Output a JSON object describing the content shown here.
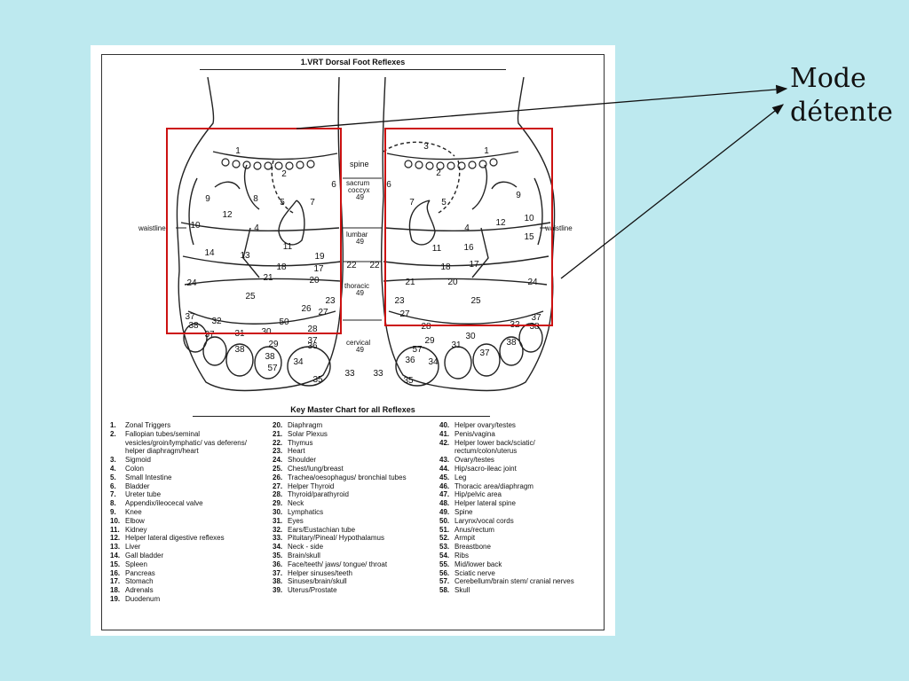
{
  "chart": {
    "title": "1.VRT Dorsal Foot Reflexes",
    "spine_labels": [
      "spine",
      "sacrum",
      "coccyx",
      "49",
      "lumbar",
      "49",
      "thoracic",
      "49",
      "cervical",
      "49"
    ],
    "waistline_label": "waistline"
  },
  "key": {
    "title": "Key Master Chart for all Reflexes",
    "col1": [
      {
        "n": "1.",
        "t": "Zonal Triggers"
      },
      {
        "n": "2.",
        "t": "Fallopian tubes/seminal vesicles/groin/lymphatic/ vas deferens/ helper diaphragm/heart"
      },
      {
        "n": "3.",
        "t": "Sigmoid"
      },
      {
        "n": "4.",
        "t": "Colon"
      },
      {
        "n": "5.",
        "t": "Small Intestine"
      },
      {
        "n": "6.",
        "t": "Bladder"
      },
      {
        "n": "7.",
        "t": "Ureter tube"
      },
      {
        "n": "8.",
        "t": "Appendix/ileocecal valve"
      },
      {
        "n": "9.",
        "t": "Knee"
      },
      {
        "n": "10.",
        "t": "Elbow"
      },
      {
        "n": "11.",
        "t": "Kidney"
      },
      {
        "n": "12.",
        "t": "Helper lateral digestive reflexes"
      },
      {
        "n": "13.",
        "t": "Liver"
      },
      {
        "n": "14.",
        "t": "Gall bladder"
      },
      {
        "n": "15.",
        "t": "Spleen"
      },
      {
        "n": "16.",
        "t": "Pancreas"
      },
      {
        "n": "17.",
        "t": "Stomach"
      },
      {
        "n": "18.",
        "t": "Adrenals"
      },
      {
        "n": "19.",
        "t": "Duodenum"
      }
    ],
    "col2": [
      {
        "n": "20.",
        "t": "Diaphragm"
      },
      {
        "n": "21.",
        "t": "Solar Plexus"
      },
      {
        "n": "22.",
        "t": "Thymus"
      },
      {
        "n": "23.",
        "t": "Heart"
      },
      {
        "n": "24.",
        "t": "Shoulder"
      },
      {
        "n": "25.",
        "t": "Chest/lung/breast"
      },
      {
        "n": "26.",
        "t": "Trachea/oesophagus/ bronchial tubes"
      },
      {
        "n": "27.",
        "t": "Helper Thyroid"
      },
      {
        "n": "28.",
        "t": "Thyroid/parathyroid"
      },
      {
        "n": "29.",
        "t": "Neck"
      },
      {
        "n": "30.",
        "t": "Lymphatics"
      },
      {
        "n": "31.",
        "t": "Eyes"
      },
      {
        "n": "32.",
        "t": "Ears/Eustachian tube"
      },
      {
        "n": "33.",
        "t": "Pituitary/Pineal/ Hypothalamus"
      },
      {
        "n": "34.",
        "t": "Neck - side"
      },
      {
        "n": "35.",
        "t": "Brain/skull"
      },
      {
        "n": "36.",
        "t": "Face/teeth/ jaws/ tongue/ throat"
      },
      {
        "n": "37.",
        "t": "Helper sinuses/teeth"
      },
      {
        "n": "38.",
        "t": "Sinuses/brain/skull"
      },
      {
        "n": "39.",
        "t": "Uterus/Prostate"
      }
    ],
    "col3": [
      {
        "n": "40.",
        "t": "Helper ovary/testes"
      },
      {
        "n": "41.",
        "t": "Penis/vagina"
      },
      {
        "n": "42.",
        "t": "Helper lower back/sciatic/ rectum/colon/uterus"
      },
      {
        "n": "43.",
        "t": "Ovary/testes"
      },
      {
        "n": "44.",
        "t": "Hip/sacro-ileac joint"
      },
      {
        "n": "45.",
        "t": "Leg"
      },
      {
        "n": "46.",
        "t": "Thoracic area/diaphragm"
      },
      {
        "n": "47.",
        "t": "Hip/pelvic area"
      },
      {
        "n": "48.",
        "t": "Helper lateral spine"
      },
      {
        "n": "49.",
        "t": "Spine"
      },
      {
        "n": "50.",
        "t": "Larynx/vocal cords"
      },
      {
        "n": "51.",
        "t": "Anus/rectum"
      },
      {
        "n": "52.",
        "t": "Armpit"
      },
      {
        "n": "53.",
        "t": "Breastbone"
      },
      {
        "n": "54.",
        "t": "Ribs"
      },
      {
        "n": "55.",
        "t": "Mid/lower back"
      },
      {
        "n": "56.",
        "t": "Sciatic nerve"
      },
      {
        "n": "57.",
        "t": "Cerebellum/brain stem/ cranial nerves"
      },
      {
        "n": "58.",
        "t": "Skull"
      }
    ]
  },
  "annotation": {
    "line1": "Mode",
    "line2": "détente"
  },
  "zones": {
    "left_foot": [
      "1",
      "2",
      "6",
      "9",
      "8",
      "7",
      "5",
      "12",
      "10",
      "4",
      "11",
      "14",
      "13",
      "18",
      "19",
      "17",
      "21",
      "20",
      "24",
      "25",
      "23",
      "26",
      "27",
      "37",
      "32",
      "38",
      "50",
      "30",
      "28",
      "31",
      "29",
      "37",
      "37",
      "38",
      "38",
      "57",
      "36",
      "34",
      "35",
      "33"
    ],
    "right_foot": [
      "3",
      "1",
      "2",
      "6",
      "9",
      "7",
      "5",
      "12",
      "10",
      "4",
      "11",
      "15",
      "16",
      "18",
      "17",
      "21",
      "20",
      "24",
      "25",
      "23",
      "27",
      "28",
      "30",
      "37",
      "32",
      "38",
      "29",
      "31",
      "57",
      "37",
      "38",
      "36",
      "34",
      "35",
      "33"
    ],
    "center": [
      "22",
      "22"
    ]
  },
  "colors": {
    "background": "#bde9ef",
    "highlight_box": "#cc1111",
    "ink": "#111111"
  }
}
